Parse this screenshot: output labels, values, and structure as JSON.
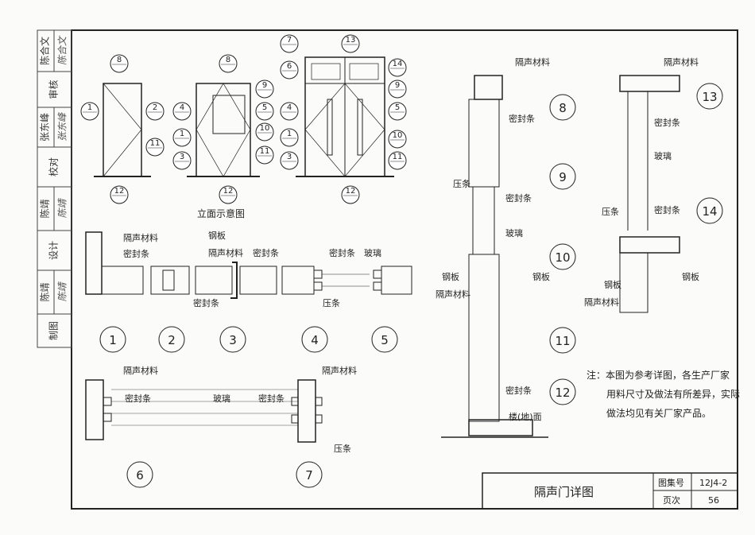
{
  "side_strip": {
    "rows": [
      {
        "label": "陈合文",
        "sign": "陈合文"
      },
      {
        "label": "审核"
      },
      {
        "label": "张东峰",
        "sign": "张东峰"
      },
      {
        "label": "校对"
      },
      {
        "label": "陈靖",
        "sign": "陈靖"
      },
      {
        "label": "设计"
      },
      {
        "label": "陈靖",
        "sign": "陈靖"
      },
      {
        "label": "制图"
      }
    ]
  },
  "elevation": {
    "caption": "立面示意图",
    "door1_refs": [
      "8",
      "1",
      "2",
      "11",
      "12"
    ],
    "door2_refs": [
      "8",
      "4",
      "1",
      "3",
      "9",
      "5",
      "10",
      "11",
      "12"
    ],
    "door3_refs": [
      "7",
      "13",
      "6",
      "4",
      "1",
      "3",
      "14",
      "9",
      "5",
      "10",
      "11",
      "12"
    ]
  },
  "details": {
    "numbers": [
      "1",
      "2",
      "3",
      "4",
      "5",
      "6",
      "7",
      "8",
      "9",
      "10",
      "11",
      "12",
      "13",
      "14"
    ]
  },
  "labels": {
    "insulation": "隔声材料",
    "seal": "密封条",
    "steel": "钢板",
    "bead": "压条",
    "glass": "玻璃",
    "floor": "楼(地)面"
  },
  "note": {
    "lines": [
      "注：本图为参考详图，各生产厂家",
      "用料尺寸及做法有所差异，实际",
      "做法均见有关厂家产品。"
    ]
  },
  "title_block": {
    "title": "隔声门详图",
    "atlas_label": "图集号",
    "atlas_value": "12J4-2",
    "page_label": "页次",
    "page_value": "56"
  }
}
